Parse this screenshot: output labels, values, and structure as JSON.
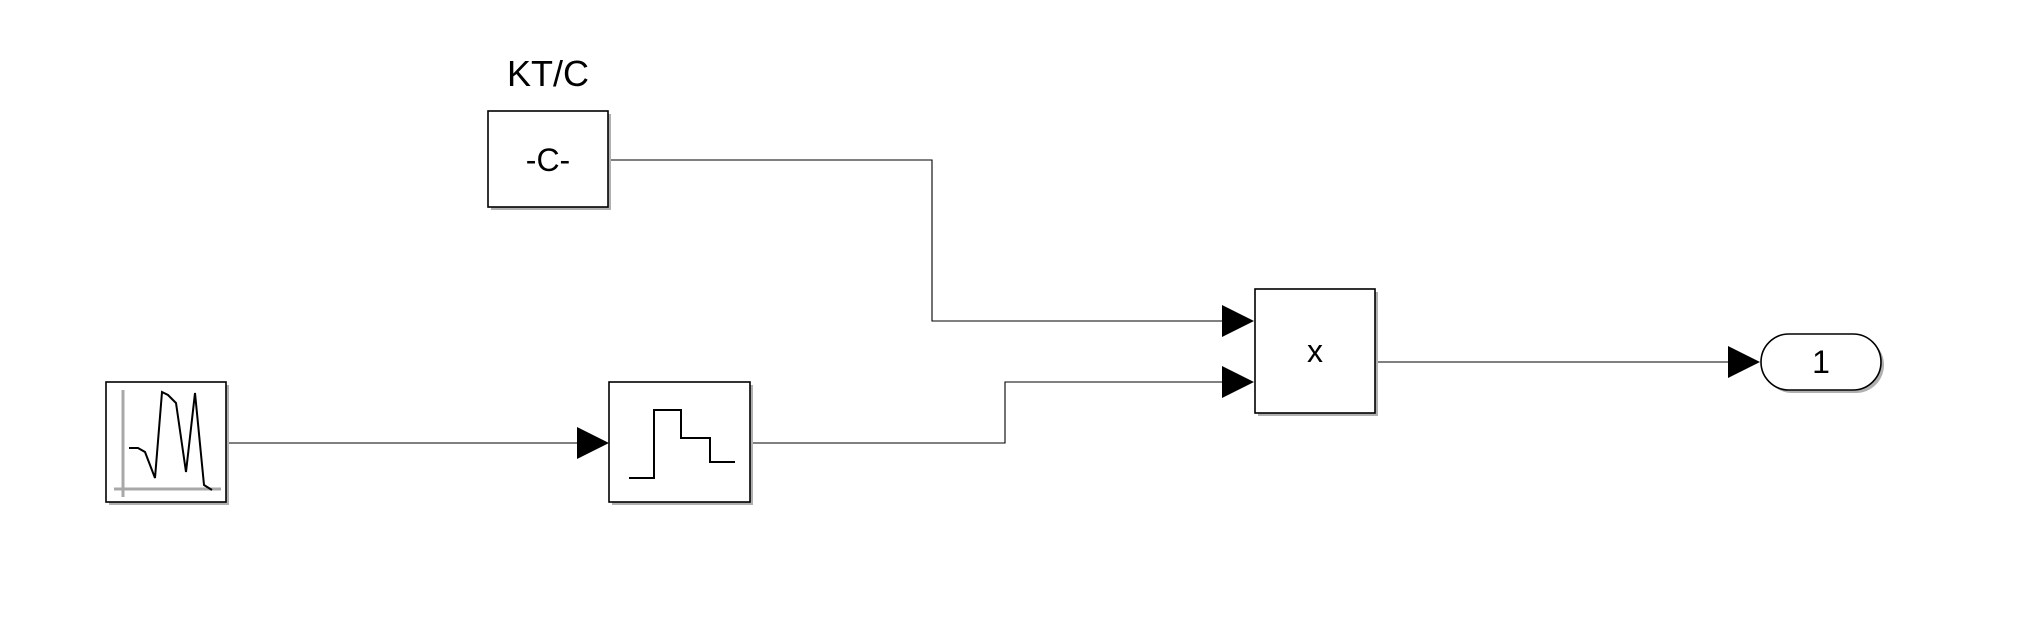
{
  "diagram": {
    "blocks": {
      "constant": {
        "label": "KT/C",
        "text": "-C-"
      },
      "signal_source": {
        "icon": "waveform-icon"
      },
      "zero_order_hold": {
        "icon": "staircase-icon"
      },
      "product": {
        "text": "x"
      },
      "outport": {
        "text": "1"
      }
    },
    "colors": {
      "line": "#000000",
      "block_fill": "#ffffff",
      "shadow": "#b0b0b0",
      "axis": "#a8a8a8"
    }
  }
}
